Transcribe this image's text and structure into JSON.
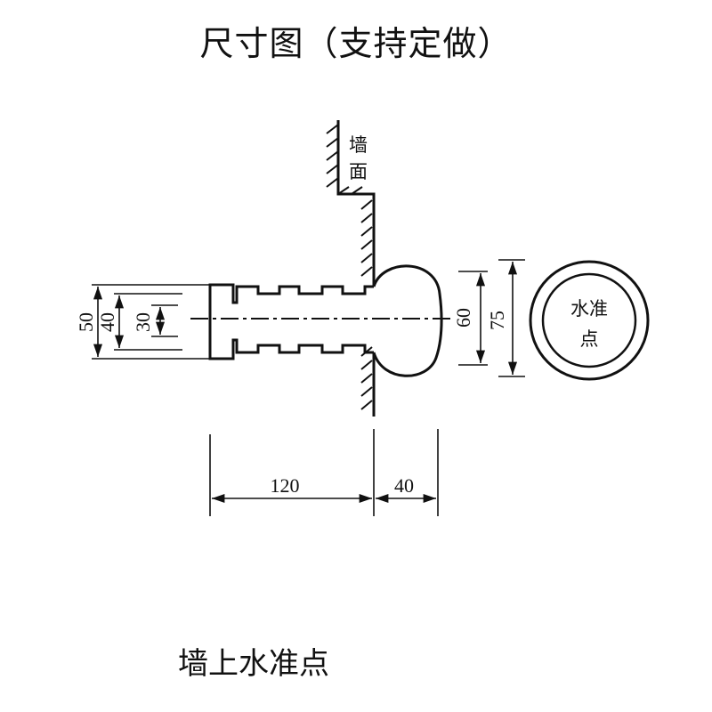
{
  "title": "尺寸图（支持定做）",
  "caption": "墙上水准点",
  "wall_label": [
    "墙",
    "面"
  ],
  "circle_label": [
    "水准",
    "点"
  ],
  "dimensions": {
    "left_heights": [
      "50",
      "40",
      "30"
    ],
    "right_heights": [
      "60",
      "75"
    ],
    "bottom_lengths": [
      "120",
      "40"
    ]
  }
}
